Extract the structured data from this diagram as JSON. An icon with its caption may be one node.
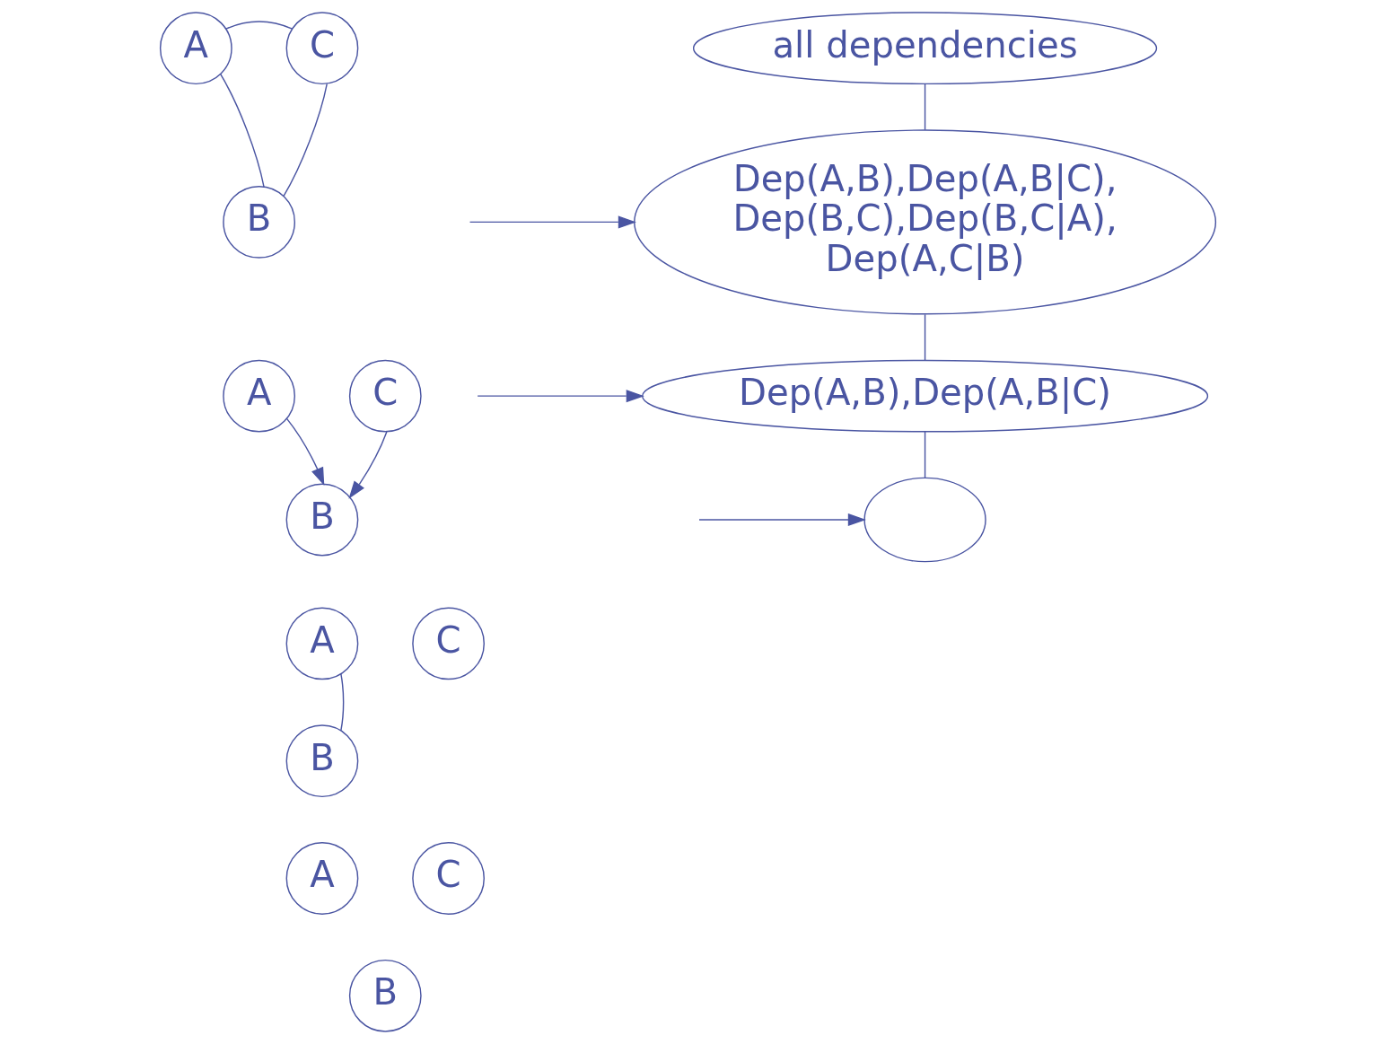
{
  "diagram": {
    "nodes": [
      {
        "text": [
          "A"
        ]
      },
      {
        "text": [
          "C"
        ]
      },
      {
        "text": [
          "B"
        ]
      },
      {
        "text": [
          "A"
        ]
      },
      {
        "text": [
          "C"
        ]
      },
      {
        "text": [
          "B"
        ]
      },
      {
        "text": [
          "A"
        ]
      },
      {
        "text": [
          "C"
        ]
      },
      {
        "text": [
          "B"
        ]
      },
      {
        "text": [
          "A"
        ]
      },
      {
        "text": [
          "C"
        ]
      },
      {
        "text": [
          "B"
        ]
      },
      {
        "text": [
          "all dependencies"
        ]
      },
      {
        "text": [
          "Dep(A,B),Dep(A,B|C), Dep(B,C),Dep(B,C|A), Dep(A,C|B)"
        ]
      },
      {
        "text": [
          "Dep(A,B),Dep(A,B|C)"
        ]
      },
      {
        "text": [],
        "shape": "ellipse"
      }
    ],
    "edges": [
      {
        "from": 0,
        "to": 1,
        "arrow": "none"
      },
      {
        "from": 0,
        "to": 2,
        "arrow": "none"
      },
      {
        "from": 1,
        "to": 2,
        "arrow": "none"
      },
      {
        "from": 3,
        "to": 5,
        "arrow": "to"
      },
      {
        "from": 4,
        "to": 5,
        "arrow": "to"
      },
      {
        "from": 6,
        "to": 8,
        "arrow": "none"
      },
      {
        "from": 12,
        "to": 13,
        "arrow": "none"
      },
      {
        "from": 13,
        "to": 14,
        "arrow": "none"
      },
      {
        "from": 14,
        "to": 15,
        "arrow": "none"
      },
      {
        "from": null,
        "to": 13,
        "arrow": "to"
      },
      {
        "from": null,
        "to": 14,
        "arrow": "to"
      },
      {
        "from": null,
        "to": 15,
        "arrow": "to"
      }
    ]
  }
}
